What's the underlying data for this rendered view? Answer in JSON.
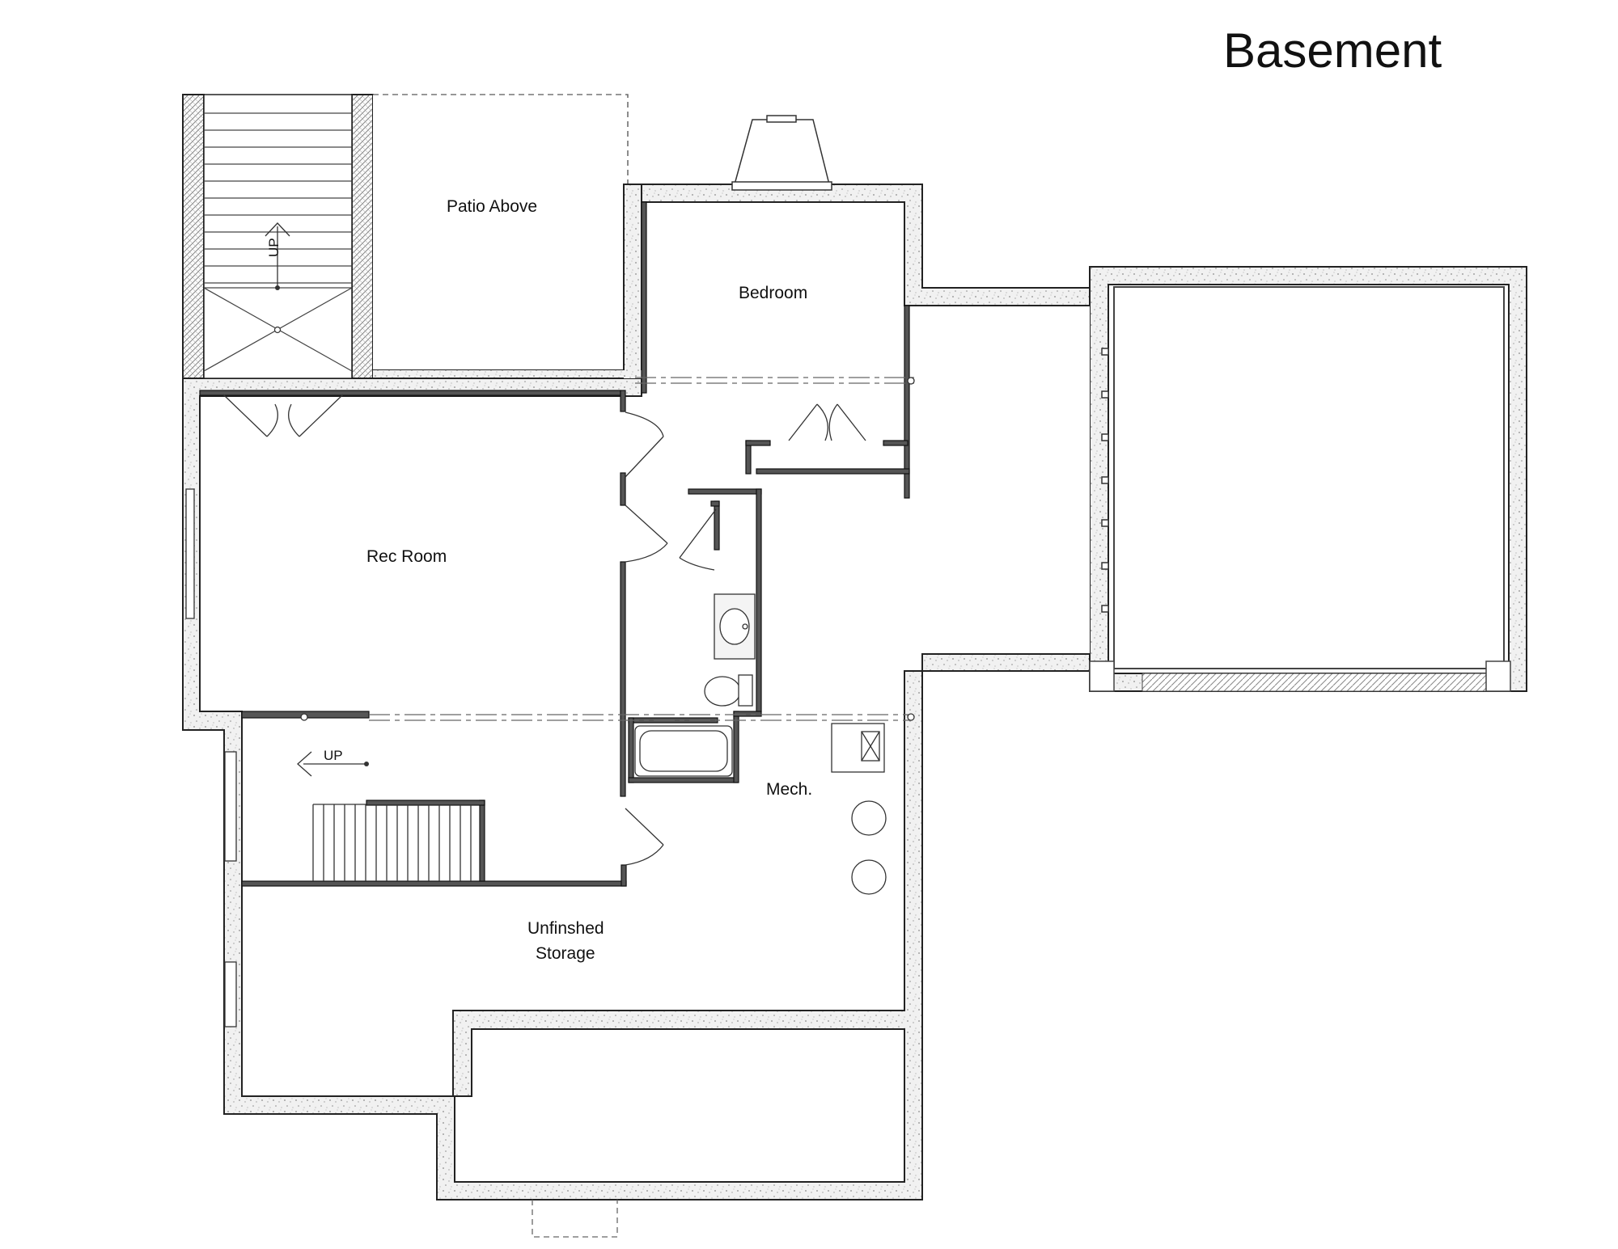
{
  "title": "Basement",
  "rooms": {
    "patio": "Patio Above",
    "bedroom": "Bedroom",
    "rec_room": "Rec Room",
    "mech": "Mech.",
    "storage_line1": "Unfinshed",
    "storage_line2": "Storage"
  },
  "stairs": {
    "upper_up": "UP",
    "lower_up": "UP"
  }
}
